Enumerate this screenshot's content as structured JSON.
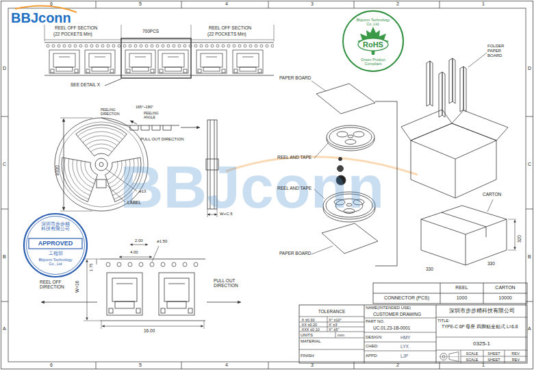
{
  "diagram": {
    "nodes": [
      {
        "text": [
          "Bbjconn Technology Co.,Ltd.",
          "RoHS",
          "Green Product Compliant"
        ]
      },
      {
        "text": [
          "深圳市步步精科技有限公司",
          "APPROVED",
          "工程部",
          "Bbjconn Technology Co., Ltd"
        ]
      }
    ],
    "labels": [
      "BBJconn",
      "BBJconn",
      "6",
      "5",
      "4",
      "3",
      "2",
      "1",
      "6",
      "5",
      "4",
      "3",
      "2",
      "1",
      "D",
      "C",
      "B",
      "A",
      "D",
      "C",
      "B",
      "A",
      "REEL OFF SECTION",
      "(22 POCKETS Min)",
      "700PCS",
      "REEL OFF SECTION",
      "(22 POCKETS Min)",
      "SEE DETAIL X",
      "PEELING DIRECTION",
      "165°~180°",
      "PEELING ANGLE",
      "PULL OUT DIRECTION",
      "ø330",
      "ø13",
      "LABEL",
      "W+C.5",
      "2.00",
      "4.00",
      "ø1.50",
      "REEL OFF DIRECTION",
      "PULL OUT DIRECTION",
      "W=16",
      "1.75",
      "16.00",
      "PAPER BOARD",
      "REEL AND TAPE",
      "REEL AND TAPE",
      "PAPER BOARD",
      "FOLDER PAPER BOARD",
      "CARTON",
      "320",
      "330",
      "330",
      "REEL",
      "CARTON",
      "CONNECTOR (PCS)",
      "1000",
      "10000",
      "TOLERANCE",
      ".X ±0.30",
      "X° ±10°",
      ".XX ±0.20",
      "X' ±3'",
      ".XXX ±0.10",
      "X'' ±5''",
      "UNITS",
      "mm",
      "MATERIAL",
      "FINISH",
      "NAME(INTENDED USE)",
      "CUSTOMER DRAWING",
      "PART NO.",
      "UC.01.23-1B-0001",
      "DESIGN:",
      "HMY",
      "CHED:",
      "LYX",
      "APPD:",
      "LJP",
      "深圳市步步精科技有限公司",
      "TITLE:",
      "TYPE-C 6P 母座 四脚贴全贴式 L=6.8",
      "0325-1",
      "SCALE",
      "SHEET",
      "REV.",
      "SCALE",
      "SHEET",
      "REV"
    ]
  }
}
